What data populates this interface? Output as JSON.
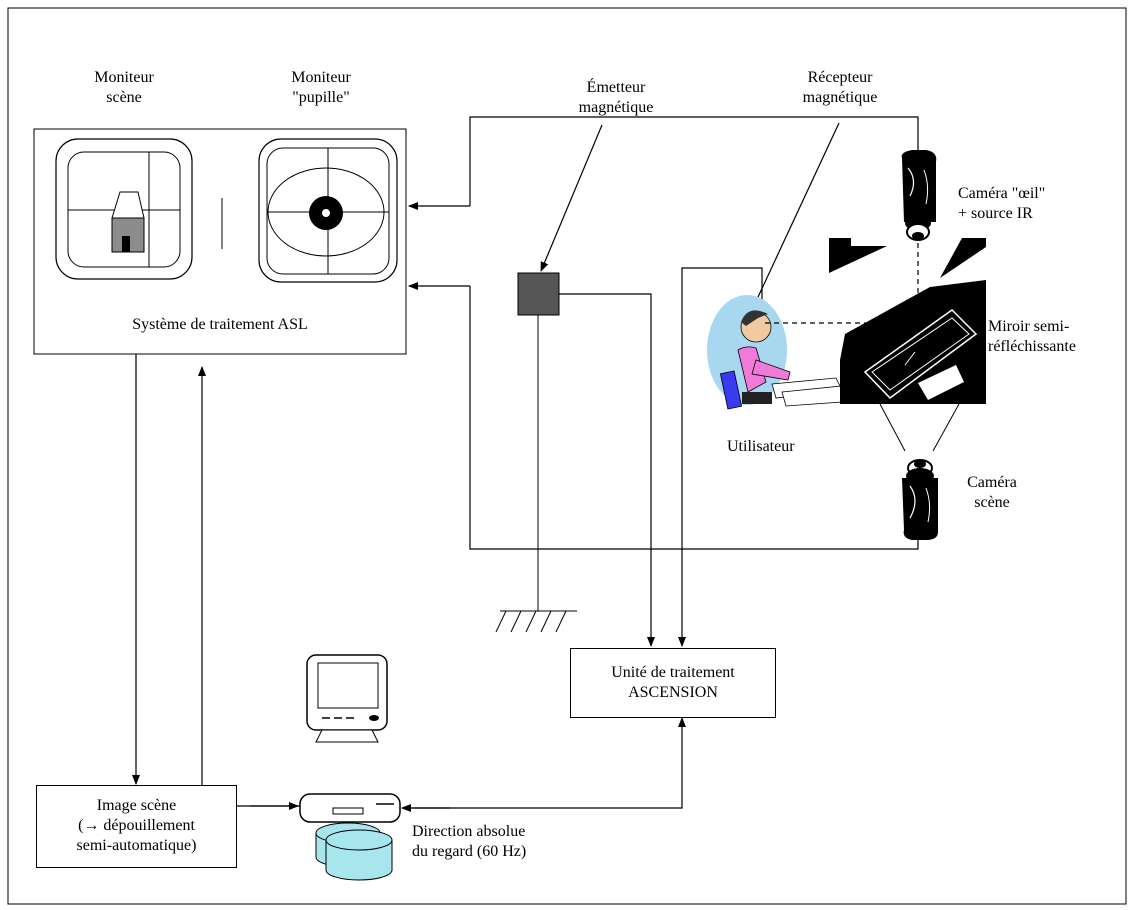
{
  "labels": {
    "monitor_scene": [
      "Moniteur",
      "scène"
    ],
    "monitor_pupil": [
      "Moniteur",
      "\"pupille\""
    ],
    "emitter": [
      "Émetteur",
      "magnétique"
    ],
    "receiver": [
      "Récepteur",
      "magnétique"
    ],
    "eye_camera": [
      "Caméra \"œil\"",
      "+ source IR"
    ],
    "mirror": [
      "Miroir semi-",
      "réfléchissante"
    ],
    "user": "Utilisateur",
    "scene_camera": [
      "Caméra",
      "scène"
    ],
    "asl_system": "Système de traitement ASL",
    "ascension_unit": [
      "Unité de traitement",
      "ASCENSION"
    ],
    "image_scene": [
      "Image scène",
      "(→ dépouillement",
      "semi-automatique)"
    ],
    "gaze_direction": [
      "Direction absolue",
      "du regard (60 Hz)"
    ]
  },
  "colors": {
    "line": "#000000",
    "emitter_fill": "#555555",
    "house_fill": "#8c8c8c",
    "skin": "#f2c9a0",
    "shirt": "#f07ad8",
    "chair": "#3a3af0",
    "bg_person": "#a8d8f0"
  },
  "icons": [
    "camera-icon",
    "computer-icon",
    "database-icon",
    "user-icon",
    "mirror-icon",
    "magnetic-emitter-icon",
    "ground-icon"
  ]
}
